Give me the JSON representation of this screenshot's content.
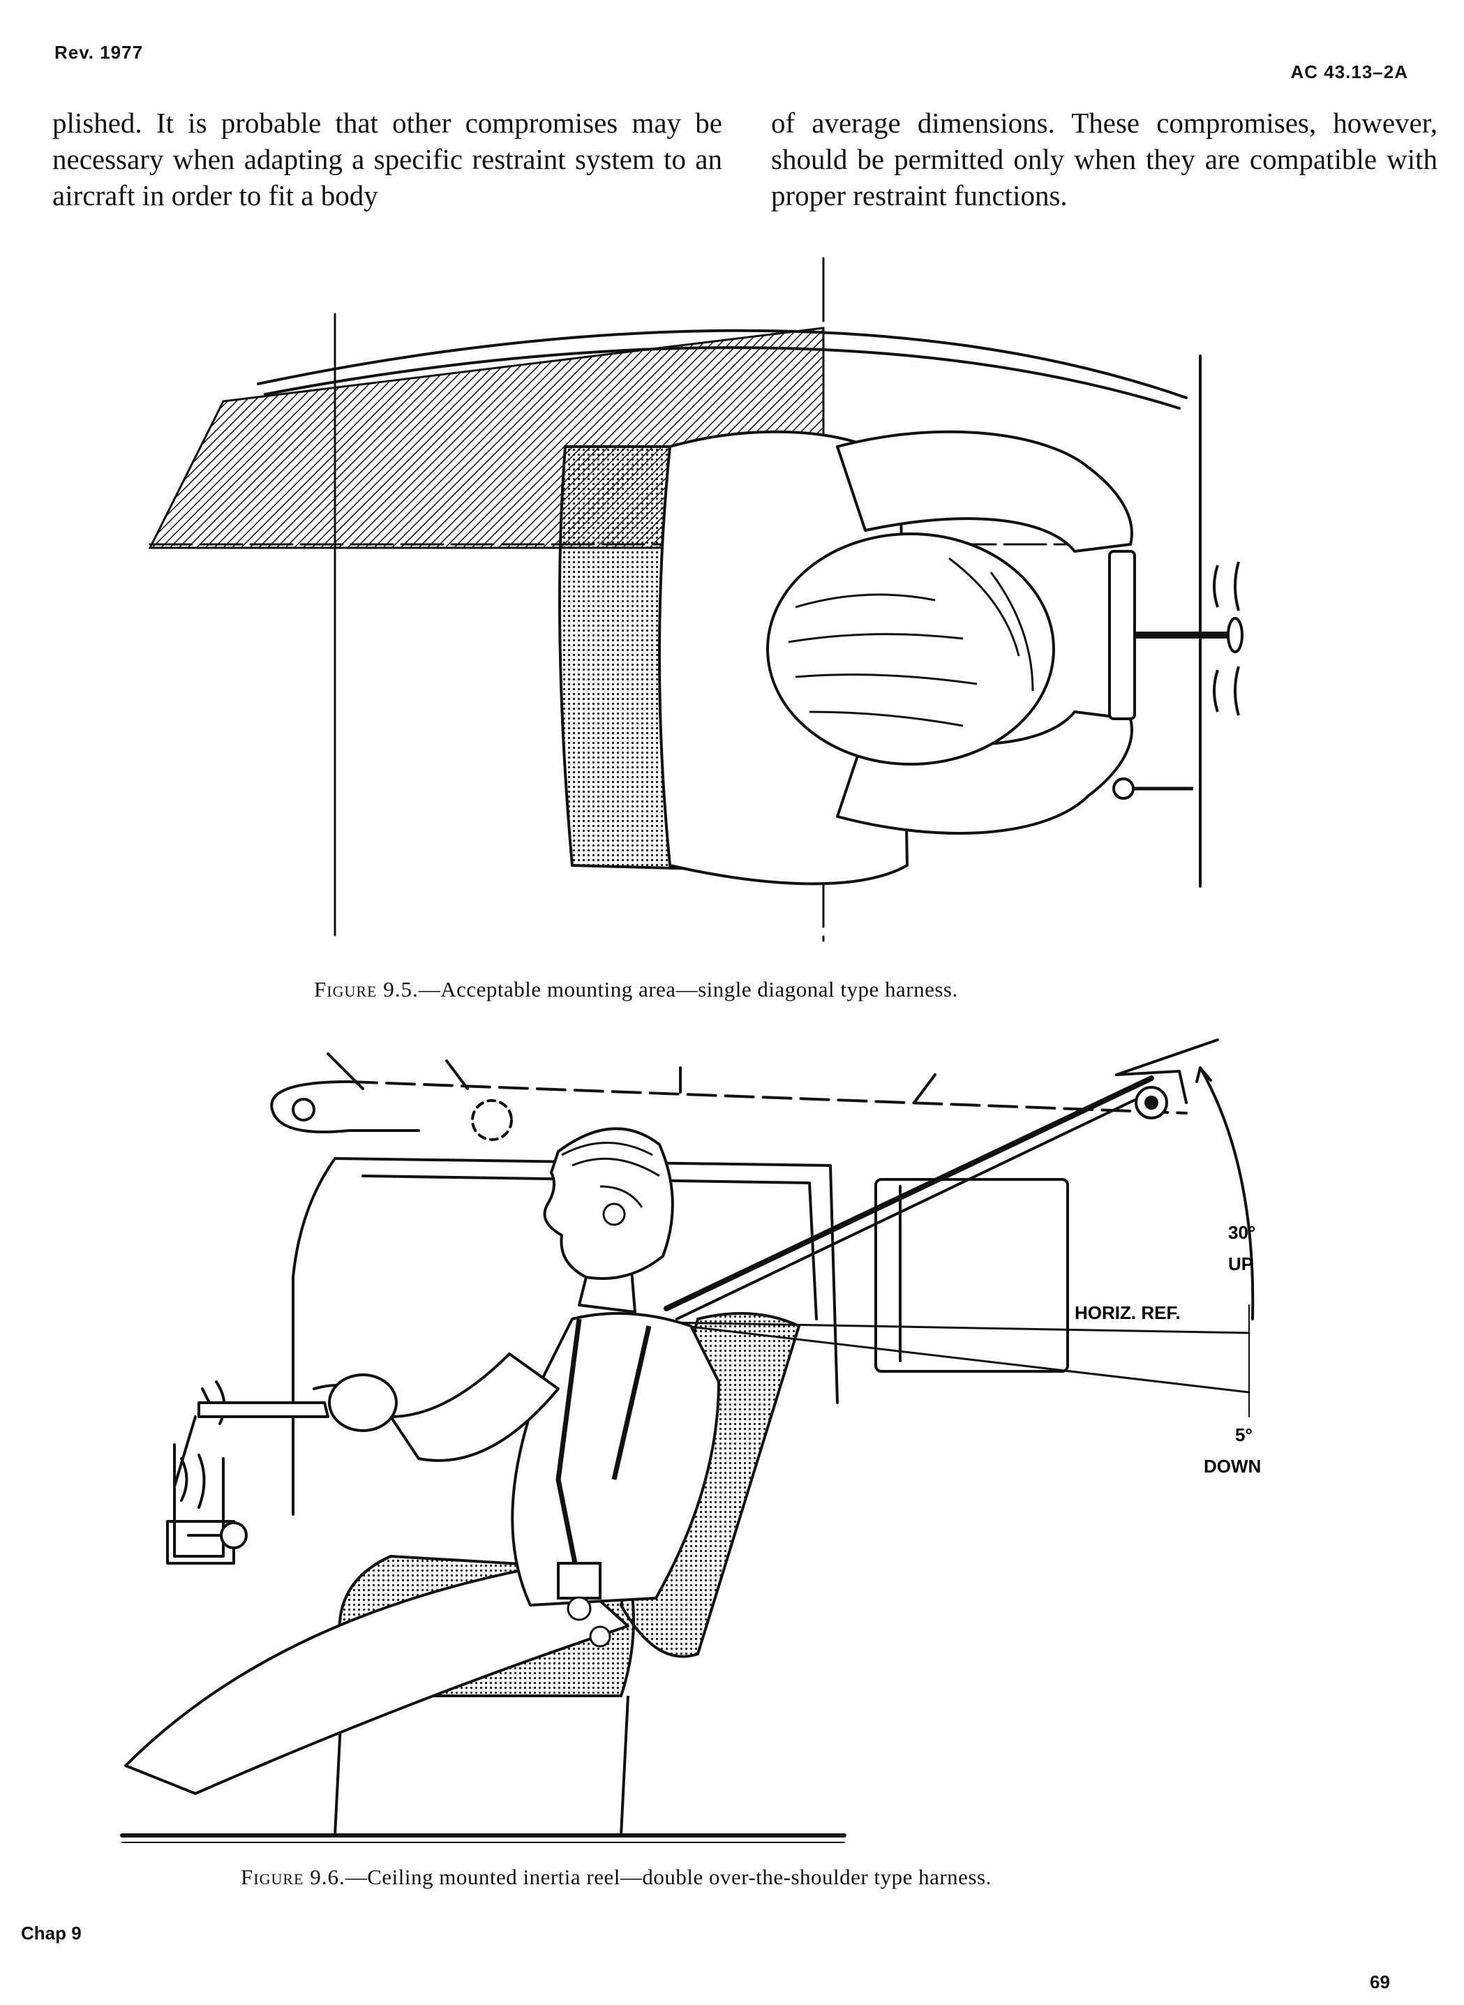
{
  "header": {
    "revision": "Rev. 1977",
    "document_id": "AC 43.13–2A"
  },
  "body_text": {
    "left_column": "plished. It is probable that other compromises may be necessary when adapting a specific restraint system to an aircraft in order to fit a body",
    "right_column": "of average dimensions. These compromises, however, should be permitted only when they are compatible with proper restraint functions."
  },
  "figures": [
    {
      "label": "Figure 9.5.",
      "caption": "—Acceptable mounting area—single diagonal type harness."
    },
    {
      "label": "Figure 9.6.",
      "caption": "—Ceiling mounted inertia reel—double over-the-shoulder type harness.",
      "annotations": {
        "angle_up_value": "30°",
        "angle_up_word": "UP",
        "horizontal_reference": "HORIZ. REF.",
        "angle_down_value": "5°",
        "angle_down_word": "DOWN"
      }
    }
  ],
  "footer": {
    "chapter": "Chap 9",
    "page_number": "69"
  },
  "colors": {
    "ink": "#111111",
    "paper": "#ffffff"
  }
}
